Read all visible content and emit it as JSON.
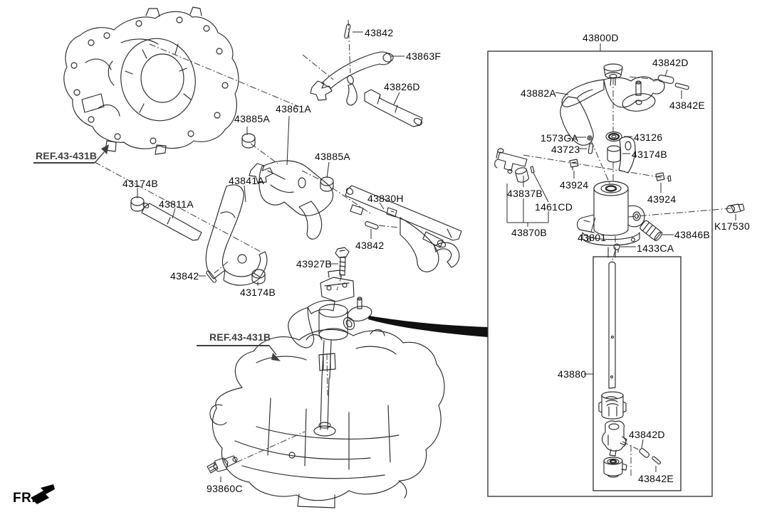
{
  "colors": {
    "background": "#ffffff",
    "line": "#2b2b2b",
    "label": "#0a0a0a",
    "ref_label": "#3f3f3f",
    "swoosh": "#101010"
  },
  "fr_indicator": {
    "text": "FR.",
    "arrow": "front-direction-arrow"
  },
  "ref_labels": [
    {
      "text": "REF.43-431B"
    },
    {
      "text": "REF.43-431B"
    }
  ],
  "part_labels": [
    {
      "text": "43842"
    },
    {
      "text": "43863F"
    },
    {
      "text": "43826D"
    },
    {
      "text": "43885A"
    },
    {
      "text": "43861A"
    },
    {
      "text": "43885A"
    },
    {
      "text": "43841A"
    },
    {
      "text": "43174B"
    },
    {
      "text": "43811A"
    },
    {
      "text": "43830H"
    },
    {
      "text": "43842"
    },
    {
      "text": "43927B"
    },
    {
      "text": "43842"
    },
    {
      "text": "43174B"
    },
    {
      "text": "93860C"
    },
    {
      "text": "43800D"
    },
    {
      "text": "43842D"
    },
    {
      "text": "43842E"
    },
    {
      "text": "43882A"
    },
    {
      "text": "1573GA"
    },
    {
      "text": "43126"
    },
    {
      "text": "43723"
    },
    {
      "text": "43174B"
    },
    {
      "text": "43924"
    },
    {
      "text": "43837B"
    },
    {
      "text": "1461CD"
    },
    {
      "text": "43924"
    },
    {
      "text": "43870B"
    },
    {
      "text": "43801"
    },
    {
      "text": "43846B"
    },
    {
      "text": "K17530"
    },
    {
      "text": "1433CA"
    },
    {
      "text": "43880"
    },
    {
      "text": "43842D"
    },
    {
      "text": "43842E"
    }
  ]
}
